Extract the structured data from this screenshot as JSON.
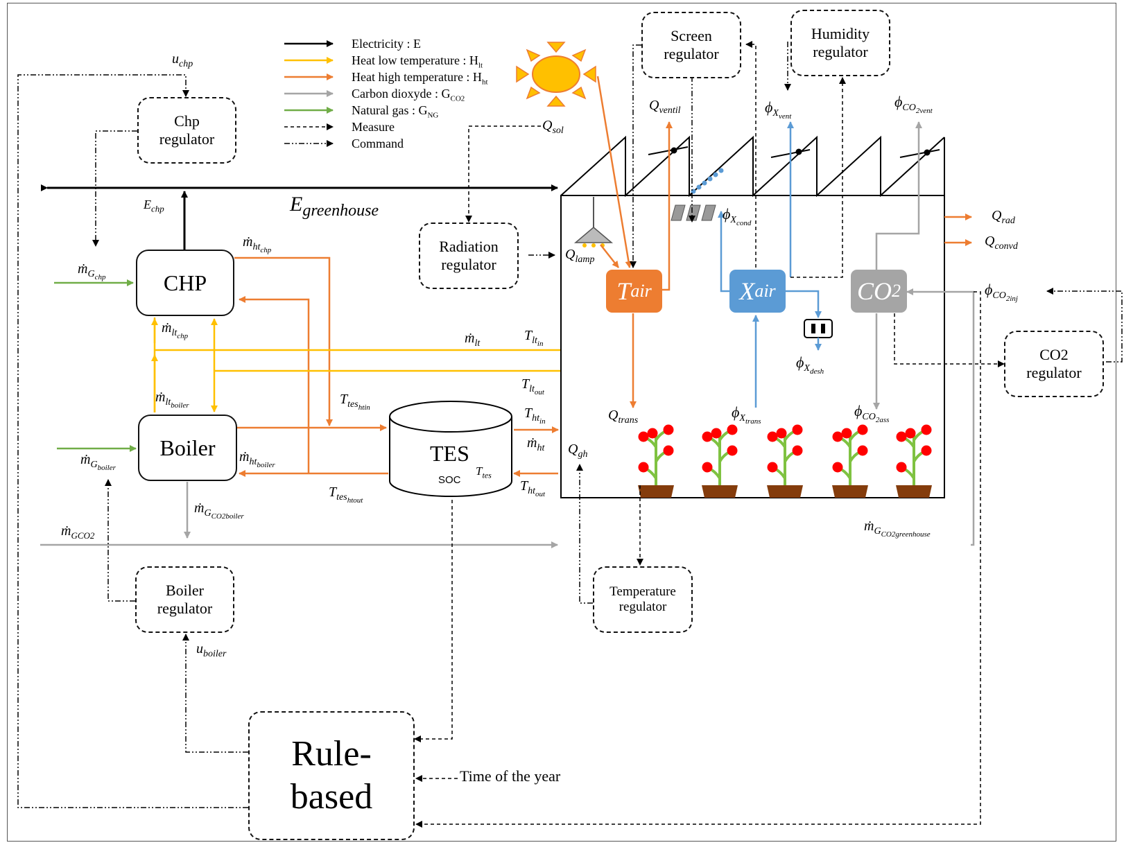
{
  "legend": {
    "electricity": "Electricity : E",
    "heat_lt": "Heat low temperature : H",
    "heat_lt_sub": "lt",
    "heat_ht": "Heat high temperature : H",
    "heat_ht_sub": "ht",
    "co2": "Carbon dioxyde : G",
    "co2_sub": "CO2",
    "gas": "Natural gas  : G",
    "gas_sub": "NG",
    "measure": "Measure",
    "command": "Command"
  },
  "boxes": {
    "chp": "CHP",
    "boiler": "Boiler",
    "tes": "TES",
    "tes_soc": "SOC",
    "chp_regulator": "Chp regulator",
    "boiler_regulator": "Boiler regulator",
    "radiation_regulator": "Radiation regulator",
    "screen_regulator": "Screen regulator",
    "humidity_regulator": "Humidity regulator",
    "co2_regulator": "CO2 regulator",
    "temperature_regulator": "Temperature regulator",
    "rule_based": "Rule-based",
    "time_of_year": "Time of the year"
  },
  "nodes": {
    "t_air": "T",
    "t_air_sub": "air",
    "x_air": "X",
    "x_air_sub": "air",
    "co2": "CO",
    "co2_sub": "2"
  },
  "labels": {
    "u_chp": "u",
    "u_chp_sub": "chp",
    "u_boiler": "u",
    "u_boiler_sub": "boiler",
    "e_chp": "E",
    "e_chp_sub": "chp",
    "e_greenhouse": "E",
    "e_greenhouse_sub": "greenhouse",
    "m_g_chp": "ṁ",
    "m_g_chp_sub": "G",
    "m_g_chp_sub2": "chp",
    "m_ht_chp": "ṁ",
    "m_ht_chp_sub": "ht",
    "m_ht_chp_sub2": "chp",
    "m_lt_chp": "ṁ",
    "m_lt_chp_sub": "lt",
    "m_lt_chp_sub2": "chp",
    "m_lt_boiler": "ṁ",
    "m_lt_boiler_sub": "lt",
    "m_lt_boiler_sub2": "boiler",
    "m_g_boiler": "ṁ",
    "m_g_boiler_sub": "G",
    "m_g_boiler_sub2": "boiler",
    "m_ht_boiler": "ṁ",
    "m_ht_boiler_sub": "ht",
    "m_ht_boiler_sub2": "boiler",
    "m_gco2_boiler": "ṁ",
    "m_gco2_boiler_sub": "G",
    "m_gco2_boiler_sub2": "CO2boiler",
    "m_gco2": "ṁ",
    "m_gco2_sub": "GCO2",
    "m_gco2_gh": "ṁ",
    "m_gco2_gh_sub": "G",
    "m_gco2_gh_sub2": "CO2greenhouse",
    "m_lt": "ṁ",
    "m_lt_sub": "lt",
    "m_ht": "ṁ",
    "m_ht_sub": "ht",
    "t_lt_in": "T",
    "t_lt_in_sub": "lt",
    "t_lt_in_sub2": "in",
    "t_lt_out": "T",
    "t_lt_out_sub": "lt",
    "t_lt_out_sub2": "out",
    "t_ht_in": "T",
    "t_ht_in_sub": "ht",
    "t_ht_in_sub2": "in",
    "t_ht_out": "T",
    "t_ht_out_sub": "ht",
    "t_ht_out_sub2": "out",
    "t_tes_ht_in": "T",
    "t_tes_ht_in_sub": "tes",
    "t_tes_ht_in_sub2": "htin",
    "t_tes_ht_out": "T",
    "t_tes_ht_out_sub": "tes",
    "t_tes_ht_out_sub2": "htout",
    "t_tes": "T",
    "t_tes_sub": "tes",
    "q_sol": "Q",
    "q_sol_sub": "sol",
    "q_ventil": "Q",
    "q_ventil_sub": "ventil",
    "q_lamp": "Q",
    "q_lamp_sub": "lamp",
    "q_trans": "Q",
    "q_trans_sub": "trans",
    "q_gh": "Q",
    "q_gh_sub": "gh",
    "q_rad": "Q",
    "q_rad_sub": "rad",
    "q_convd": "Q",
    "q_convd_sub": "convd",
    "phi_x_vent": "ϕ",
    "phi_x_vent_sub": "X",
    "phi_x_vent_sub2": "vent",
    "phi_x_cond": "ϕ",
    "phi_x_cond_sub": "X",
    "phi_x_cond_sub2": "cond",
    "phi_x_trans": "ϕ",
    "phi_x_trans_sub": "X",
    "phi_x_trans_sub2": "trans",
    "phi_x_desh": "ϕ",
    "phi_x_desh_sub": "X",
    "phi_x_desh_sub2": "desh",
    "phi_co2_vent": "ϕ",
    "phi_co2_vent_sub": "CO",
    "phi_co2_vent_sub2": "2vent",
    "phi_co2_ass": "ϕ",
    "phi_co2_ass_sub": "CO",
    "phi_co2_ass_sub2": "2ass",
    "phi_co2_inj": "ϕ",
    "phi_co2_inj_sub": "CO",
    "phi_co2_inj_sub2": "2inj"
  },
  "colors": {
    "electricity": "#000000",
    "heat_lt": "#ffc000",
    "heat_ht": "#ed7d31",
    "co2": "#a5a5a5",
    "gas": "#70ad47",
    "humidity": "#5b9bd5",
    "tomato": "#ff0000",
    "stem": "#7fc241",
    "pot": "#843c0c"
  }
}
